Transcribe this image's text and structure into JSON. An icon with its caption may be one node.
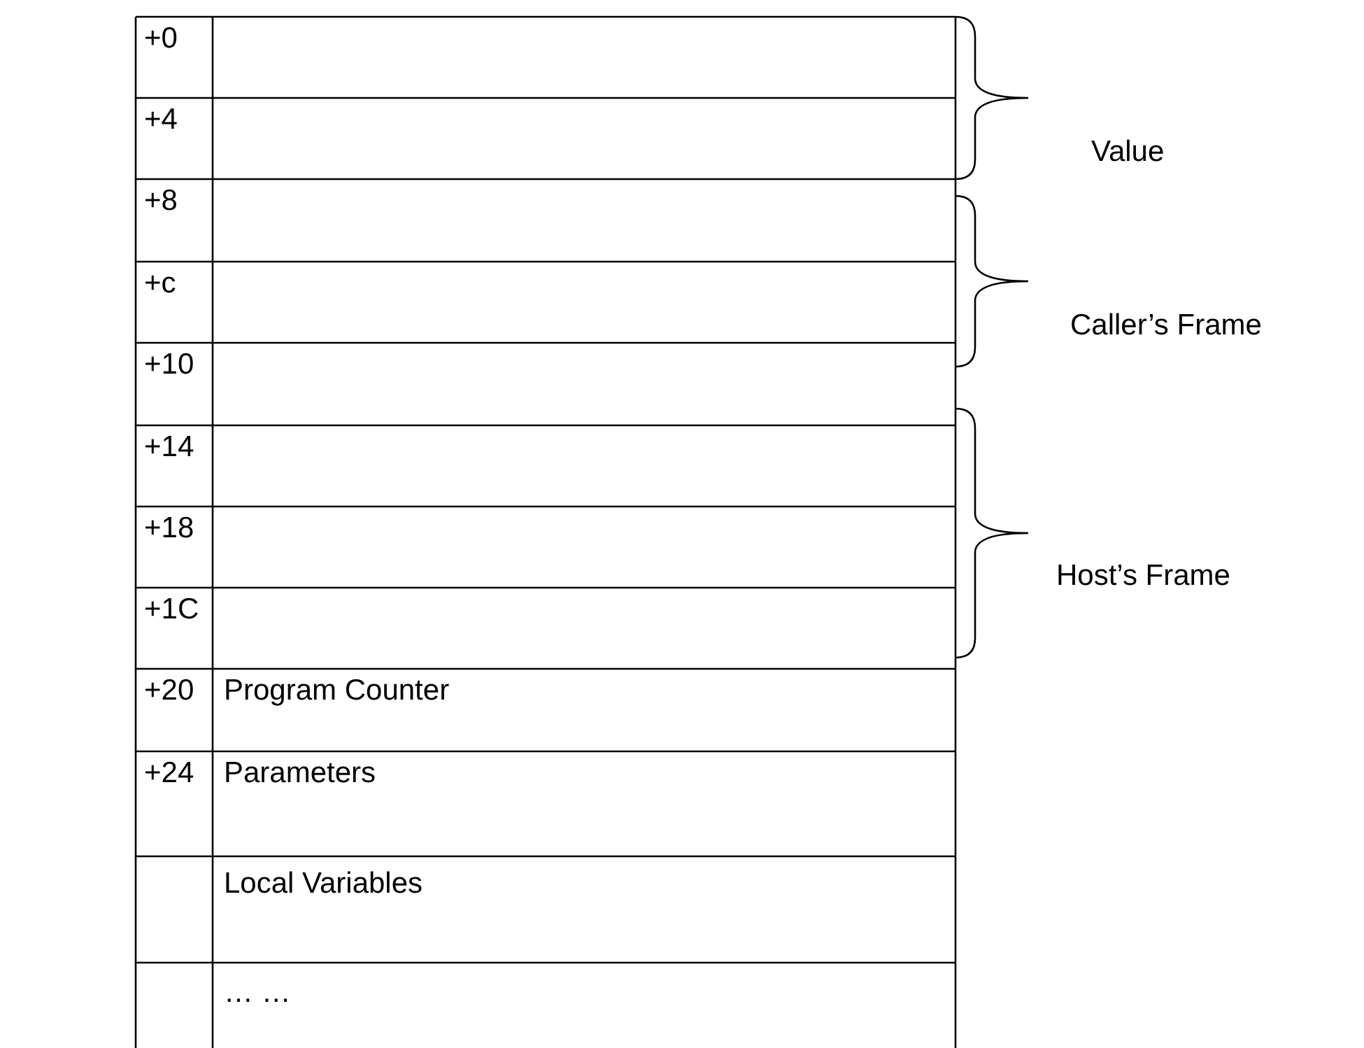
{
  "diagram": {
    "labels": [
      "+0",
      "+4",
      "+8",
      "+c",
      "+10",
      "+14",
      "+18",
      "+1C",
      "+20",
      "Program Counter",
      "+24",
      "Parameters",
      "Local Variables",
      "… …",
      "Value",
      "Caller’s Frame",
      "Host’s Frame"
    ]
  }
}
